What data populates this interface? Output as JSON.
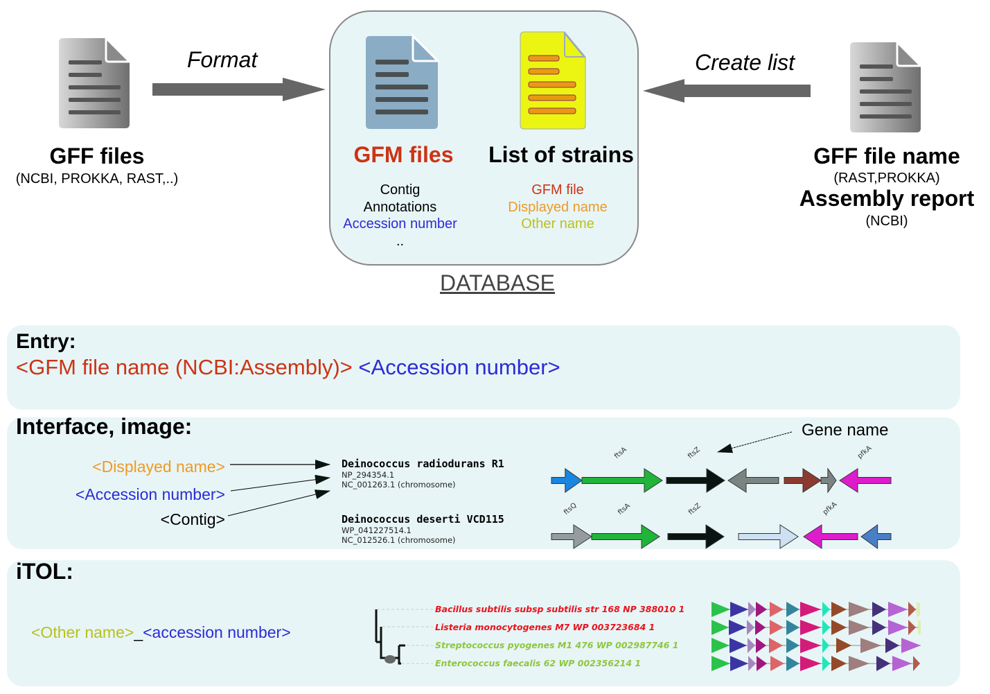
{
  "top": {
    "left_doc": {
      "icon": "document-icon",
      "title": "GFF files",
      "subtitle": "(NCBI, PROKKA, RAST,..)"
    },
    "format_arrow_label": "Format",
    "database": {
      "caption": "DATABASE",
      "gfm": {
        "icon": "document-icon",
        "title": "GFM files",
        "title_color": "#cc3314",
        "fields": [
          {
            "text": "Contig",
            "color": "#000000"
          },
          {
            "text": "Annotations",
            "color": "#000000"
          },
          {
            "text": "Accession number",
            "color": "#2b2bd6"
          },
          {
            "text": "..",
            "color": "#000000"
          }
        ]
      },
      "strains": {
        "icon": "list-document-icon",
        "title": "List of strains",
        "fields": [
          {
            "text": "GFM file",
            "color": "#cc3314"
          },
          {
            "text": "Displayed name",
            "color": "#ee9a26"
          },
          {
            "text": "Other name",
            "color": "#b8c11c"
          }
        ]
      }
    },
    "create_arrow_label": "Create list",
    "right_doc": {
      "icon": "document-icon",
      "title1": "GFF file name",
      "sub1": "(RAST,PROKKA)",
      "title2": "Assembly report",
      "sub2": "(NCBI)"
    }
  },
  "entry": {
    "heading": "Entry:",
    "part1": "<GFM file name (NCBI:Assembly)>",
    "part2": "<Accession number>",
    "part1_color": "#cc3314",
    "part2_color": "#2b2bd6"
  },
  "interface": {
    "heading": "Interface, image:",
    "legend": [
      {
        "text": "<Displayed name>",
        "color": "#ee9a26"
      },
      {
        "text": "<Accession number>",
        "color": "#2b2bd6"
      },
      {
        "text": "<Contig>",
        "color": "#000000"
      }
    ],
    "gene_name_callout": "Gene name",
    "strains": [
      {
        "name": "Deinococcus radiodurans R1",
        "accession": "NP_294354.1",
        "contig": "NC_001263.1 (chromosome)",
        "genes": [
          {
            "label": "",
            "color": "#1a86e0",
            "dir": 1,
            "start": 0,
            "end": 44
          },
          {
            "label": "ftsA",
            "color": "#20b43a",
            "dir": 1,
            "start": 44,
            "end": 160
          },
          {
            "label": "ftsZ",
            "color": "#0a1410",
            "dir": 1,
            "start": 166,
            "end": 250
          },
          {
            "label": "",
            "color": "#7a8482",
            "dir": -1,
            "start": 255,
            "end": 328
          },
          {
            "label": "",
            "color": "#8c3a30",
            "dir": 1,
            "start": 336,
            "end": 389
          },
          {
            "label": "",
            "color": "#7a8482",
            "dir": 1,
            "start": 389,
            "end": 411
          },
          {
            "label": "pfkA",
            "color": "#dd1ccc",
            "dir": -1,
            "start": 416,
            "end": 490
          }
        ]
      },
      {
        "name": "Deinococcus deserti VCD115",
        "accession": "WP_041227514.1",
        "contig": "NC_012526.1 (chromosome)",
        "genes": [
          {
            "label": "ftsQ",
            "color": "#949c9e",
            "dir": 1,
            "start": 0,
            "end": 58
          },
          {
            "label": "ftsA",
            "color": "#20b43a",
            "dir": 1,
            "start": 58,
            "end": 156
          },
          {
            "label": "ftsZ",
            "color": "#0a1410",
            "dir": 1,
            "start": 168,
            "end": 249
          },
          {
            "label": "",
            "color": "#cde1f3",
            "dir": 1,
            "start": 270,
            "end": 356
          },
          {
            "label": "pfkA",
            "color": "#dd1ccc",
            "dir": -1,
            "start": 364,
            "end": 442
          },
          {
            "label": "",
            "color": "#4a7fc6",
            "dir": -1,
            "start": 447,
            "end": 490
          }
        ]
      }
    ]
  },
  "itol": {
    "heading": "iTOL:",
    "label_part1": "<Other name>",
    "label_sep": "_",
    "label_part2": "<accession number>",
    "label_part1_color": "#b8c11c",
    "label_part2_color": "#2b2bd6",
    "leaves": [
      {
        "name": "Bacillus subtilis subsp subtilis str 168 NP 388010 1",
        "color": "#e8141e"
      },
      {
        "name": "Listeria monocytogenes M7 WP 003723684 1",
        "color": "#e8141e"
      },
      {
        "name": "Streptococcus pyogenes M1 476 WP 002987746 1",
        "color": "#8ec63f"
      },
      {
        "name": "Enterococcus faecalis 62 WP 002356214 1",
        "color": "#8ec63f"
      }
    ],
    "domain_rows": [
      [
        {
          "c": "#2bc24c",
          "s": 0,
          "e": 27
        },
        {
          "c": "#3b35a3",
          "s": 27,
          "e": 53
        },
        {
          "c": "#a786c0",
          "s": 53,
          "e": 64
        },
        {
          "c": "#a0177e",
          "s": 64,
          "e": 80
        },
        {
          "c": "#dc6568",
          "s": 84,
          "e": 104
        },
        {
          "c": "#34859c",
          "s": 108,
          "e": 127
        },
        {
          "c": "#d41b7a",
          "s": 128,
          "e": 158
        },
        {
          "c": "#1ee8b8",
          "s": 160,
          "e": 171
        },
        {
          "c": "#944a28",
          "s": 173,
          "e": 195
        },
        {
          "c": "#9e7e7e",
          "s": 198,
          "e": 228
        },
        {
          "c": "#44317a",
          "s": 232,
          "e": 252
        },
        {
          "c": "#b663d4",
          "s": 255,
          "e": 283
        },
        {
          "c": "#b25a4c",
          "s": 284,
          "e": 295
        },
        {
          "c": "#e0eeb0",
          "s": 296,
          "e": 301
        }
      ],
      [
        {
          "c": "#2bc24c",
          "s": 0,
          "e": 25
        },
        {
          "c": "#3b35a3",
          "s": 25,
          "e": 50
        },
        {
          "c": "#a786c0",
          "s": 51,
          "e": 62
        },
        {
          "c": "#a0177e",
          "s": 63,
          "e": 78
        },
        {
          "c": "#dc6568",
          "s": 84,
          "e": 104
        },
        {
          "c": "#34859c",
          "s": 108,
          "e": 127
        },
        {
          "c": "#d41b7a",
          "s": 128,
          "e": 158
        },
        {
          "c": "#1ee8b8",
          "s": 160,
          "e": 171
        },
        {
          "c": "#944a28",
          "s": 173,
          "e": 195
        },
        {
          "c": "#9e7e7e",
          "s": 198,
          "e": 228
        },
        {
          "c": "#44317a",
          "s": 232,
          "e": 252
        },
        {
          "c": "#b663d4",
          "s": 255,
          "e": 283
        },
        {
          "c": "#b25a4c",
          "s": 284,
          "e": 295
        },
        {
          "c": "#e0eeb0",
          "s": 298,
          "e": 302
        }
      ],
      [
        {
          "c": "#2bc24c",
          "s": 0,
          "e": 26
        },
        {
          "c": "#3b35a3",
          "s": 26,
          "e": 51
        },
        {
          "c": "#a786c0",
          "s": 52,
          "e": 63
        },
        {
          "c": "#a0177e",
          "s": 64,
          "e": 79
        },
        {
          "c": "#dc6568",
          "s": 83,
          "e": 103
        },
        {
          "c": "#34859c",
          "s": 108,
          "e": 127
        },
        {
          "c": "#d41b7a",
          "s": 128,
          "e": 158
        },
        {
          "c": "#1ee8b8",
          "s": 160,
          "e": 170
        },
        {
          "c": "#944a28",
          "s": 180,
          "e": 202
        },
        {
          "c": "#9e7e7e",
          "s": 215,
          "e": 245
        },
        {
          "c": "#44317a",
          "s": 251,
          "e": 271
        },
        {
          "c": "#b663d4",
          "s": 274,
          "e": 302
        }
      ],
      [
        {
          "c": "#2bc24c",
          "s": 0,
          "e": 27
        },
        {
          "c": "#3b35a3",
          "s": 27,
          "e": 53
        },
        {
          "c": "#a786c0",
          "s": 53,
          "e": 64
        },
        {
          "c": "#a0177e",
          "s": 65,
          "e": 80
        },
        {
          "c": "#dc6568",
          "s": 85,
          "e": 105
        },
        {
          "c": "#34859c",
          "s": 108,
          "e": 127
        },
        {
          "c": "#d41b7a",
          "s": 128,
          "e": 158
        },
        {
          "c": "#1ee8b8",
          "s": 160,
          "e": 171
        },
        {
          "c": "#944a28",
          "s": 173,
          "e": 195
        },
        {
          "c": "#9e7e7e",
          "s": 198,
          "e": 228
        },
        {
          "c": "#44317a",
          "s": 238,
          "e": 258
        },
        {
          "c": "#b663d4",
          "s": 261,
          "e": 289
        },
        {
          "c": "#b25a4c",
          "s": 291,
          "e": 301
        }
      ]
    ]
  }
}
